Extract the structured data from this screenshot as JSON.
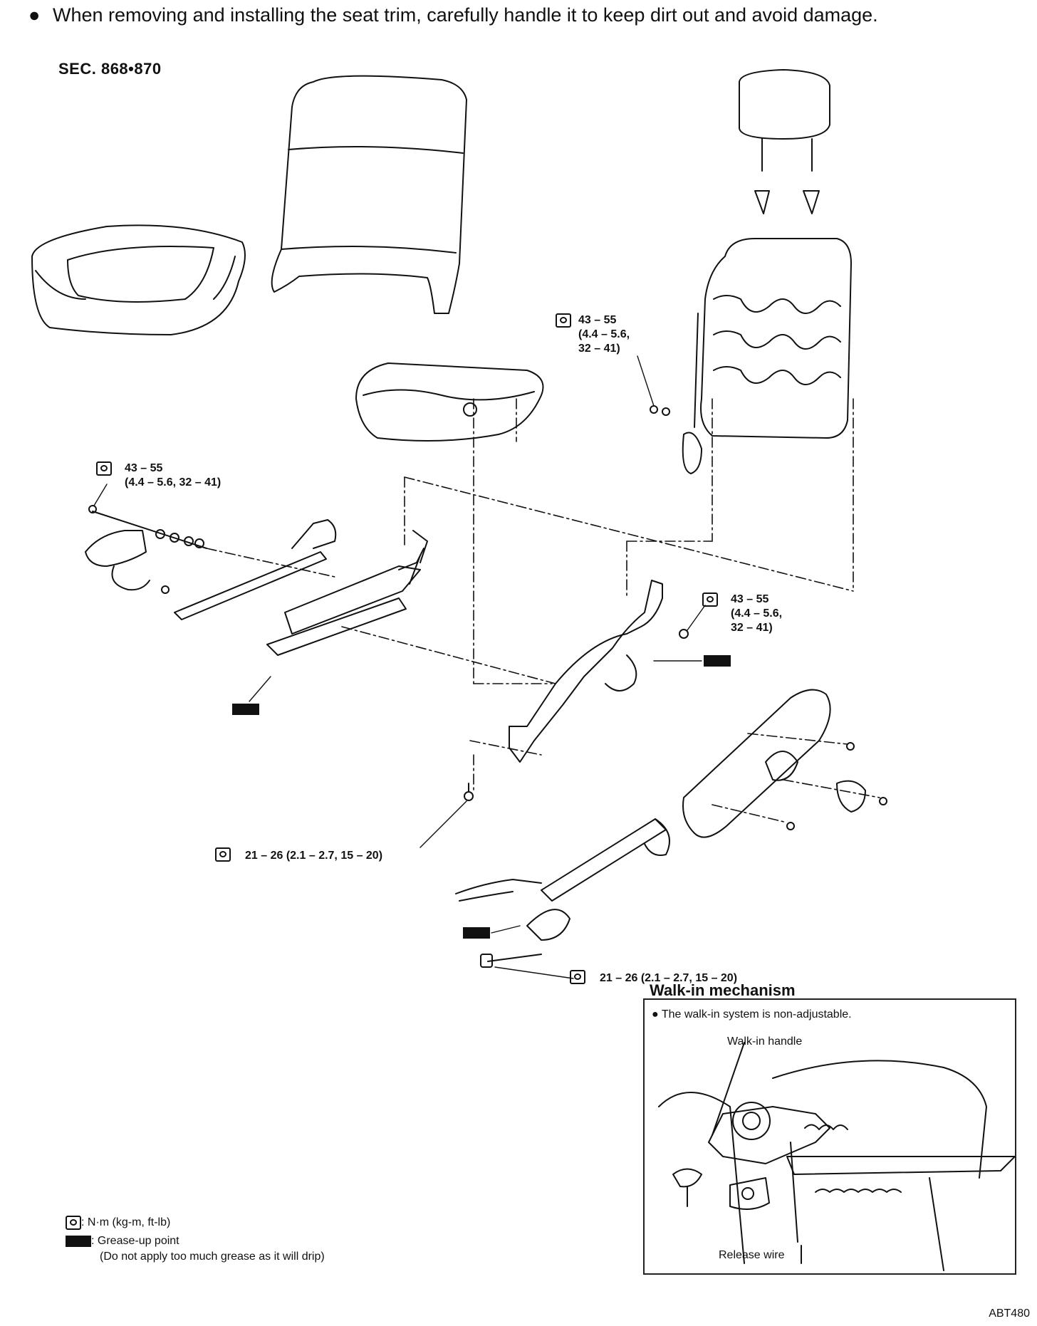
{
  "note": {
    "bullet": "●",
    "text": "When removing and installing the seat trim, carefully handle it to keep dirt out and avoid damage."
  },
  "section": "SEC. 868•870",
  "torques": {
    "t1": "43 – 55\n(4.4 – 5.6,\n32 – 41)",
    "t2": "43 – 55\n(4.4 – 5.6, 32 – 41)",
    "t3": "43 – 55\n(4.4 – 5.6,\n32 – 41)",
    "t4": "21 – 26 (2.1 – 2.7, 15 – 20)",
    "t5": "21 – 26 (2.1 – 2.7, 15 – 20)"
  },
  "walkin": {
    "title": "Walk-in mechanism",
    "note": "●  The walk-in system is non-adjustable.",
    "handle_label": "Walk-in handle",
    "wire_label": "Release wire"
  },
  "legend": {
    "torque": ": N·m (kg-m, ft-lb)",
    "grease": ": Grease-up point",
    "grease_note": "(Do not apply too much grease as it will drip)"
  },
  "figure_code": "ABT480"
}
